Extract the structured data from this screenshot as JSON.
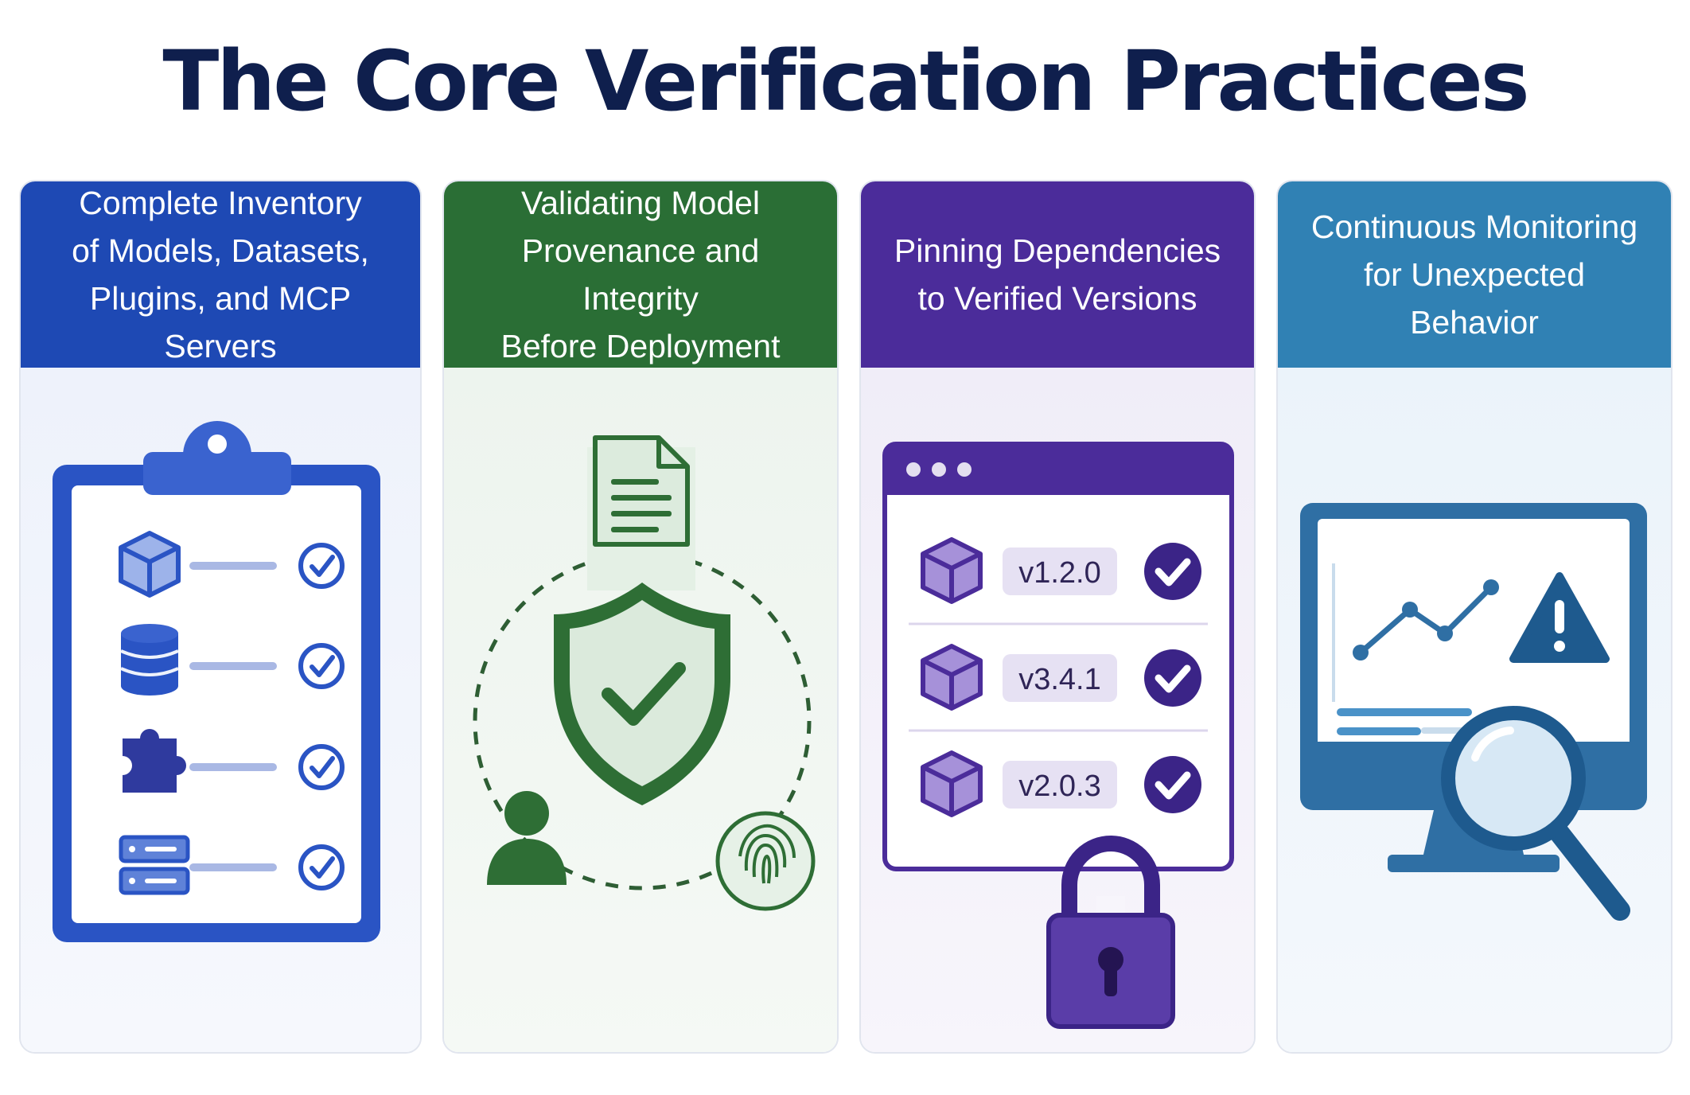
{
  "title": "The Core Verification Practices",
  "colors": {
    "title": "#0f1f4d",
    "blue": "#1e49b4",
    "green": "#2a6e35",
    "purple": "#4b2c9a",
    "sky": "#3081b4"
  },
  "cards": [
    {
      "heading_lines": [
        "Complete Inventory",
        "of Models, Datasets,",
        "Plugins, and MCP Servers"
      ],
      "icons": [
        "clipboard-icon",
        "cube-icon",
        "database-icon",
        "puzzle-icon",
        "server-icon",
        "check-circle-icon"
      ]
    },
    {
      "heading_lines": [
        "Validating Model",
        "Provenance and Integrity",
        "Before Deployment"
      ],
      "icons": [
        "document-icon",
        "shield-check-icon",
        "user-icon",
        "fingerprint-icon"
      ]
    },
    {
      "heading_lines": [
        "Pinning Dependencies",
        "to Verified Versions"
      ],
      "versions": [
        "v1.2.0",
        "v3.4.1",
        "v2.0.3"
      ],
      "icons": [
        "browser-window-icon",
        "cube-icon",
        "check-circle-icon",
        "padlock-icon"
      ]
    },
    {
      "heading_lines": [
        "Continuous Monitoring",
        "for Unexpected",
        "Behavior"
      ],
      "icons": [
        "monitor-icon",
        "line-chart-icon",
        "warning-icon",
        "magnifier-icon"
      ]
    }
  ]
}
